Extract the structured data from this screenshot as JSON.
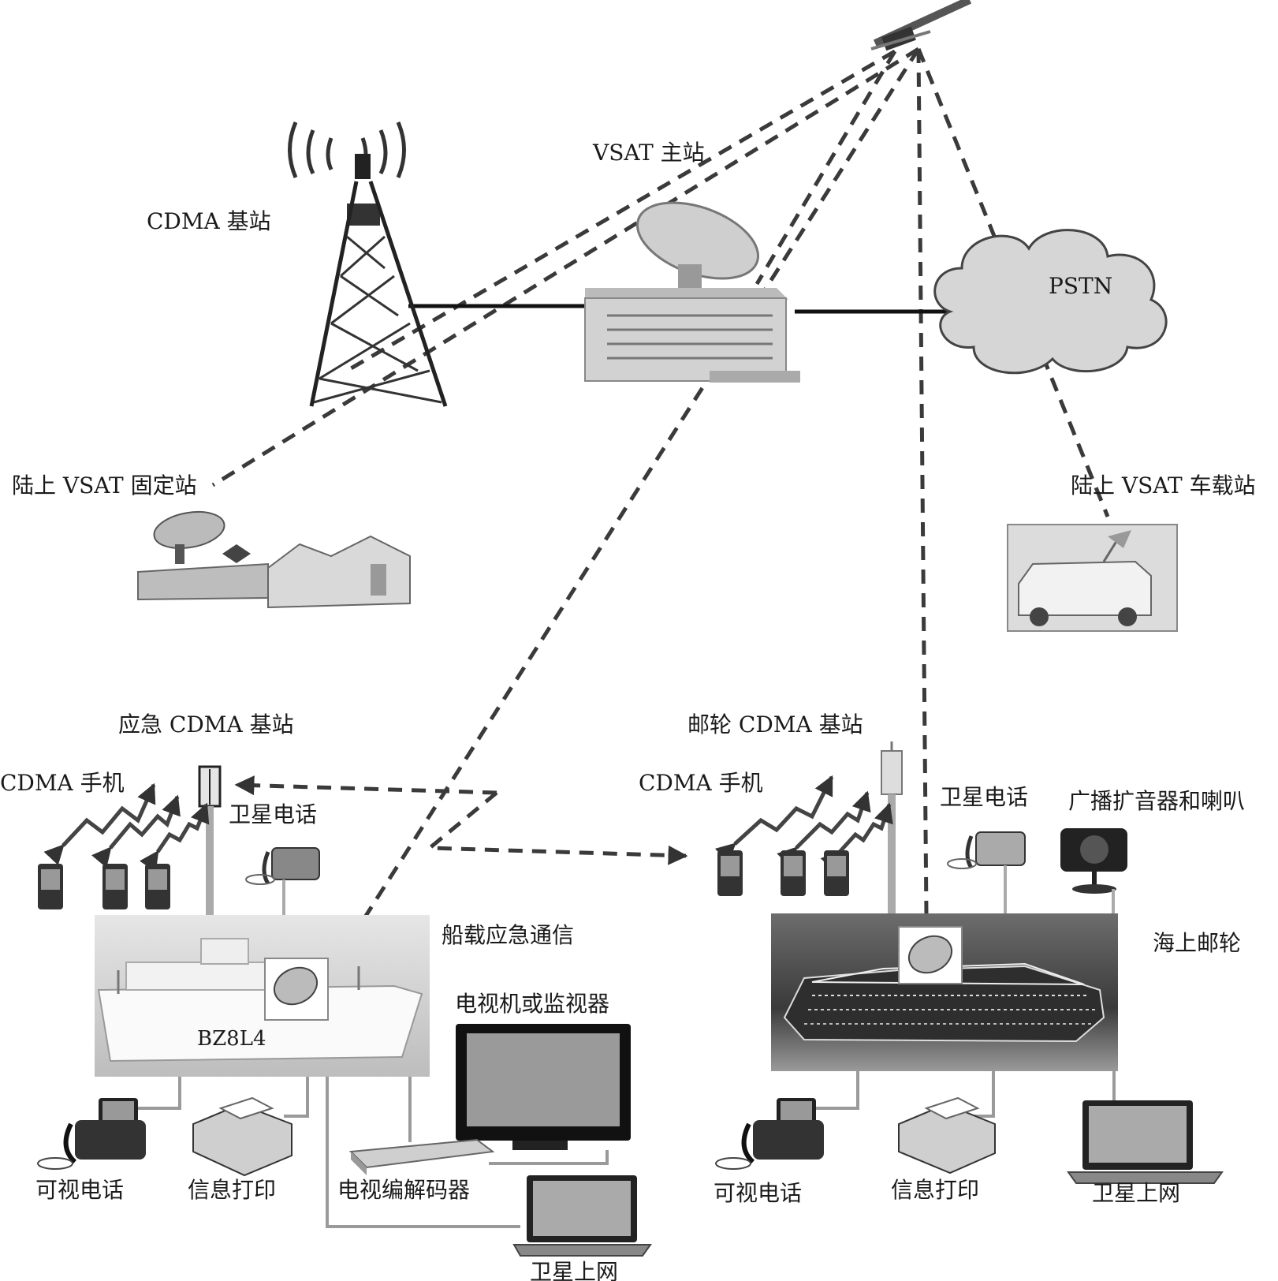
{
  "labels": {
    "vsat_main": "VSAT 主站",
    "cdma_base": "CDMA 基站",
    "pstn": "PSTN",
    "land_fixed": "陆上 VSAT 固定站",
    "land_vehicle": "陆上 VSAT 车载站",
    "emergency_cdma": "应急 CDMA 基站",
    "cruise_cdma": "邮轮 CDMA 基站",
    "cdma_phone_left": "CDMA 手机",
    "cdma_phone_right": "CDMA 手机",
    "sat_phone_left": "卫星电话",
    "sat_phone_right": "卫星电话",
    "broadcast": "广播扩音器和喇叭",
    "ship_emergency": "船载应急通信",
    "cruise_ship": "海上邮轮",
    "tv_monitor": "电视机或监视器",
    "video_phone_left": "可视电话",
    "info_print_left": "信息打印",
    "tv_codec": "电视编解码器",
    "sat_internet_left": "卫星上网",
    "video_phone_right": "可视电话",
    "info_print_right": "信息打印",
    "sat_internet_right": "卫星上网"
  },
  "ship_hull_text": "BZ8L4",
  "colors": {
    "line": "#1a1a1a",
    "dash": "#3a3a3a",
    "connector": "#9a9a9a",
    "cloud": "#d6d6d6"
  }
}
